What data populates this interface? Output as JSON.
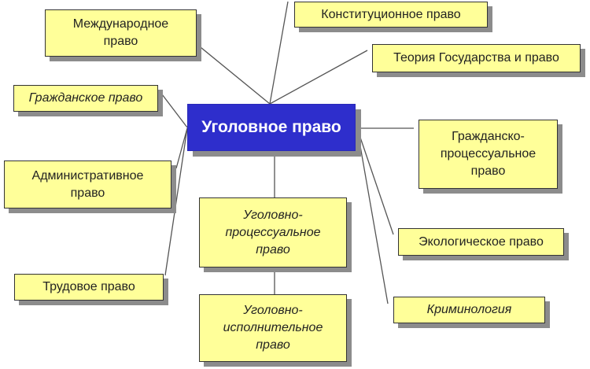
{
  "diagram": {
    "center": {
      "label": "Уголовное право",
      "color": "#2E2ECC"
    },
    "box_color": "#FFFF99",
    "nodes": [
      {
        "id": "international",
        "label": "Международное\nправо",
        "italic": false
      },
      {
        "id": "constitutional",
        "label": "Конституционное право",
        "italic": false
      },
      {
        "id": "theory-state",
        "label": "Теория Государства и право",
        "italic": false
      },
      {
        "id": "civil",
        "label": "Гражданское право",
        "italic": true
      },
      {
        "id": "civil-procedure",
        "label": "Гражданско-\nпроцессуальное\nправо",
        "italic": false
      },
      {
        "id": "administrative",
        "label": "Административное\nправо",
        "italic": false
      },
      {
        "id": "criminal-procedure",
        "label": "Уголовно-\nпроцессуальное\nправо",
        "italic": true
      },
      {
        "id": "ecological",
        "label": "Экологическое право",
        "italic": false
      },
      {
        "id": "labor",
        "label": "Трудовое право",
        "italic": false
      },
      {
        "id": "criminal-executive",
        "label": "Уголовно-\nисполнительное\nправо",
        "italic": true
      },
      {
        "id": "criminology",
        "label": "Криминология",
        "italic": true
      }
    ]
  }
}
